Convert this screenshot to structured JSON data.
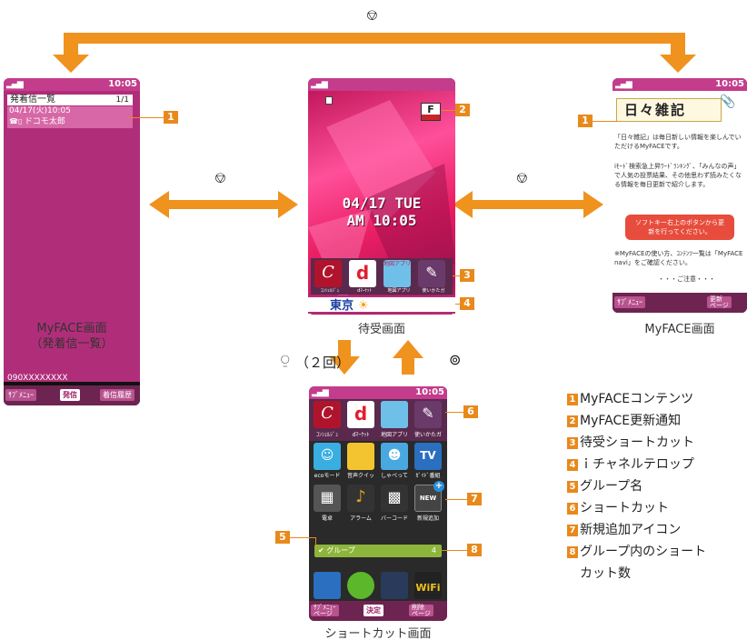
{
  "key_icons": {
    "top": "⎊",
    "left_mid": "⎊",
    "right_mid": "⎊",
    "down": "⍜",
    "up": "⊚"
  },
  "status_bar": {
    "time": "10:05"
  },
  "left_phone": {
    "header": "発着信一覧",
    "page": "1/1",
    "entry_date": "04/17(火)10:05",
    "entry_name": "ドコモ太郎",
    "number": "090XXXXXXXX",
    "soft_left": "ｻﾌﾞﾒﾆｭｰ",
    "soft_center": "発信",
    "soft_right": "着信履歴"
  },
  "center_phone": {
    "date": "04/17 TUE",
    "time": "AM 10:05",
    "ticker": "東京",
    "shortcut_labels": [
      "ｺﾝｼｪﾙｼﾞｭ",
      "dﾏｰｹｯﾄ",
      "地図アプリ",
      "使いかたガ"
    ],
    "map_tile_text": "地図アプリ"
  },
  "right_phone": {
    "title": "日々雑記",
    "body_1": "「日々雑記」は毎日新しい情報を楽しんでいただけるMyFACEです。",
    "body_2": "iﾓｰﾄﾞ検索急上昇ﾜｰﾄﾞﾗﾝｷﾝｸﾞ、「みんなの声」で人気の投票結果、その他思わず読みたくなる情報を毎日更新で紹介します。",
    "button_text": "ソフトキー右上のボタンから更新を行ってください。",
    "body_3": "※MyFACEの使い方、ｺﾝﾃﾝﾂ一覧は「MyFACE navi」をご確認ください。",
    "notice": "・・・ご注意・・・",
    "soft_left": "ｻﾌﾞﾒﾆｭｰ",
    "soft_right_1": "更新",
    "soft_right_2": "ページ"
  },
  "bottom_phone": {
    "top_labels": [
      "ｺﾝｼｪﾙｼﾞｭ",
      "dﾏｰｹｯﾄ",
      "地図アプリ",
      "使いかたガ"
    ],
    "row2_labels": [
      "ecoモード",
      "音声クイッ",
      "しゃべって",
      "ｶﾞｲﾄﾞ番組"
    ],
    "row3_labels": [
      "電卓",
      "アラーム",
      "バーコード",
      "新規追加"
    ],
    "group_label": "グループ",
    "group_count": "4",
    "soft_left_1": "ｻﾌﾞﾒﾆｭｰ",
    "soft_left_2": "ページ",
    "soft_center": "決定",
    "soft_right_1": "削除",
    "soft_right_2": "ページ"
  },
  "captions": {
    "left_1": "MyFACE画面",
    "left_2": "（発着信一覧）",
    "center": "待受画面",
    "right": "MyFACE画面",
    "bottom": "ショートカット画面",
    "down_times": "（２回）"
  },
  "callouts": [
    "1",
    "2",
    "3",
    "4",
    "5",
    "6",
    "7",
    "8"
  ],
  "legend": [
    {
      "num": "1",
      "text": "MyFACEコンテンツ"
    },
    {
      "num": "2",
      "text": "MyFACE更新通知"
    },
    {
      "num": "3",
      "text": "待受ショートカット"
    },
    {
      "num": "4",
      "text": "ｉチャネルテロップ"
    },
    {
      "num": "5",
      "text": "グループ名"
    },
    {
      "num": "6",
      "text": "ショートカット"
    },
    {
      "num": "7",
      "text": "新規追加アイコン"
    },
    {
      "num": "8",
      "text": "グループ内のショート"
    }
  ],
  "legend_cont": "カット数",
  "colors": {
    "arrow": "#f0921e",
    "callout": "#e8891c",
    "phone_pink": "#b02e79",
    "status_bar": "#c43c8c"
  }
}
